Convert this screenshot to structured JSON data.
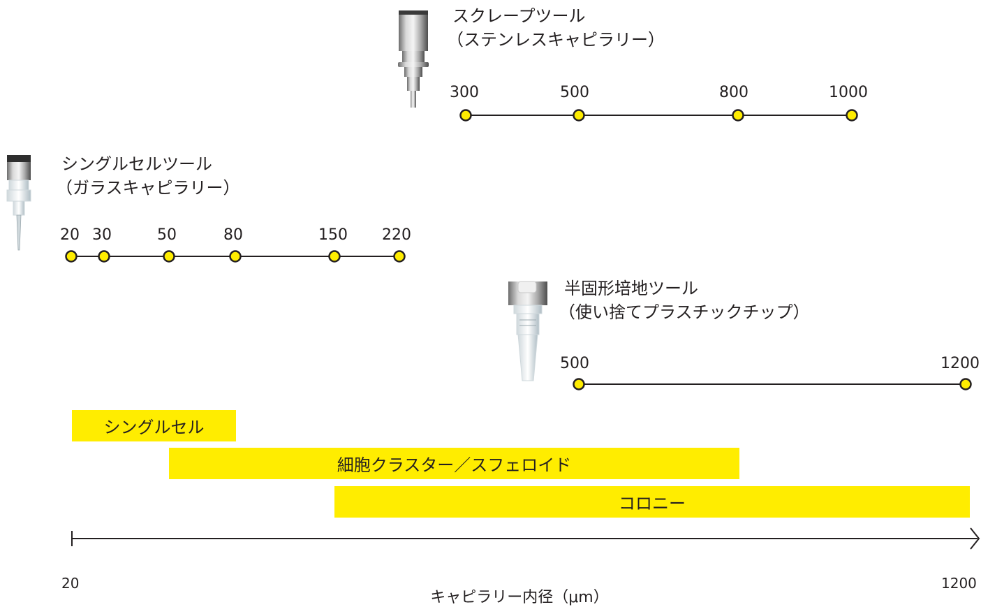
{
  "tools": {
    "scrape": {
      "icon": "stainless-capillary-tool-icon",
      "title_line1": "スクレープツール",
      "title_line2": "（ステンレスキャピラリー）",
      "ticks": [
        "300",
        "500",
        "800",
        "1000"
      ]
    },
    "single_cell": {
      "icon": "glass-capillary-tool-icon",
      "title_line1": "シングルセルツール",
      "title_line2": "（ガラスキャピラリー）",
      "ticks": [
        "20",
        "30",
        "50",
        "80",
        "150",
        "220"
      ]
    },
    "semi_solid": {
      "icon": "plastic-tip-tool-icon",
      "title_line1": "半固形培地ツール",
      "title_line2": "（使い捨てプラスチックチップ）",
      "ticks": [
        "500",
        "1200"
      ]
    }
  },
  "bands": {
    "single_cell": "シングルセル",
    "cluster": "細胞クラスター／スフェロイド",
    "colony": "コロニー"
  },
  "axis": {
    "min_label": "20",
    "max_label": "1200",
    "title": "キャピラリー内径（μm）"
  },
  "colors": {
    "marker_fill": "#ffed00",
    "band_fill": "#ffed00",
    "line": "#231f20"
  }
}
